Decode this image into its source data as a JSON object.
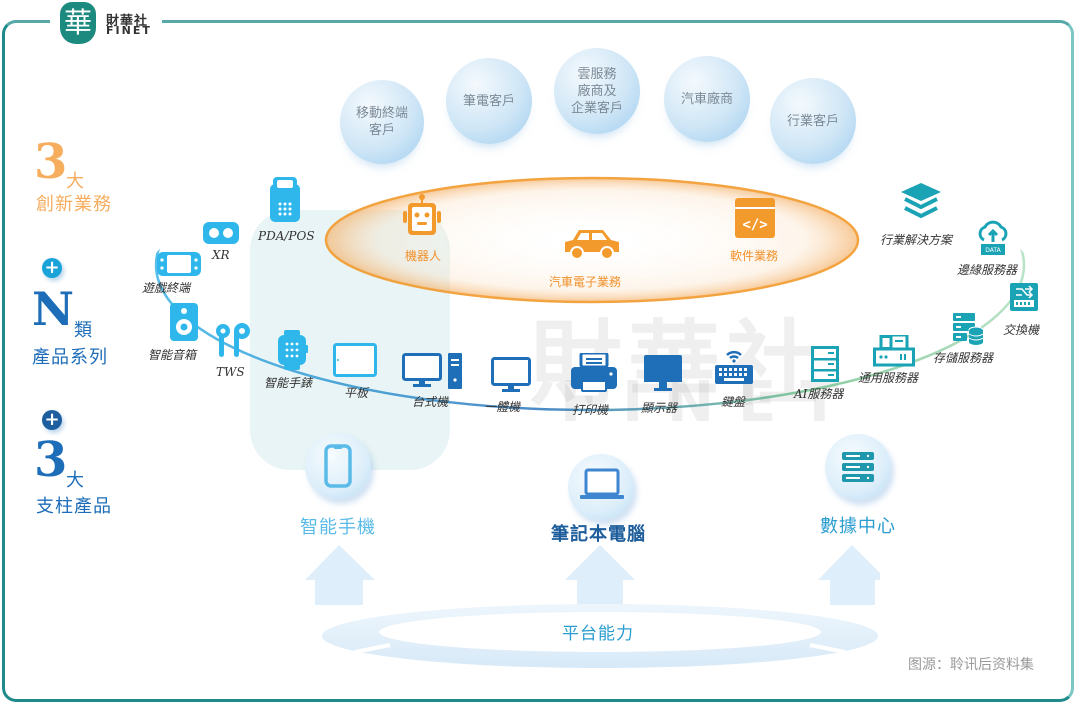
{
  "brand": {
    "mark": "華",
    "name_cn": "財華社",
    "name_en": "FINET"
  },
  "watermark": {
    "cn": "財華社",
    "en": "FINET"
  },
  "left_panel": {
    "innovation": {
      "number": "3",
      "unit": "大",
      "label": "創新業務",
      "color": "#f6ad5e"
    },
    "products": {
      "number": "N",
      "unit": "類",
      "label": "產品系列",
      "color": "#1d6db8"
    },
    "pillars": {
      "number": "3",
      "unit": "大",
      "label": "支柱產品",
      "color": "#1d6db8"
    },
    "plus_symbol": "+"
  },
  "customers": [
    {
      "label": "移動終端\n客戶"
    },
    {
      "label": "筆電客戶"
    },
    {
      "label": "雲服務\n廠商及\n企業客戶"
    },
    {
      "label": "汽車廠商"
    },
    {
      "label": "行業客戶"
    }
  ],
  "innovation_businesses": [
    {
      "label": "機器人",
      "icon": "robot-icon"
    },
    {
      "label": "汽車電子業務",
      "icon": "car-icon"
    },
    {
      "label": "軟件業務",
      "icon": "code-window-icon"
    }
  ],
  "product_series": [
    {
      "label": "PDA/POS",
      "icon": "pos-terminal-icon"
    },
    {
      "label": "XR",
      "icon": "vr-headset-icon"
    },
    {
      "label": "遊戲終端",
      "icon": "game-console-icon"
    },
    {
      "label": "智能音箱",
      "icon": "speaker-icon"
    },
    {
      "label": "TWS",
      "icon": "earbuds-icon"
    },
    {
      "label": "智能手錶",
      "icon": "smartwatch-icon"
    },
    {
      "label": "平板",
      "icon": "tablet-icon"
    },
    {
      "label": "台式機",
      "icon": "desktop-icon"
    },
    {
      "label": "一體機",
      "icon": "all-in-one-icon"
    },
    {
      "label": "打印機",
      "icon": "printer-icon"
    },
    {
      "label": "顯示器",
      "icon": "monitor-icon"
    },
    {
      "label": "鍵盤",
      "icon": "keyboard-icon"
    },
    {
      "label": "AI服務器",
      "icon": "ai-server-icon"
    },
    {
      "label": "通用服務器",
      "icon": "general-server-icon"
    },
    {
      "label": "存儲服務器",
      "icon": "storage-server-icon"
    },
    {
      "label": "交換機",
      "icon": "switch-icon"
    },
    {
      "label": "邊緣服務器",
      "icon": "edge-server-icon"
    },
    {
      "label": "行業解決方案",
      "icon": "layers-icon"
    }
  ],
  "edge_data_tag": "DATA",
  "pillar_products": [
    {
      "label": "智能手機",
      "icon": "smartphone-icon",
      "color": "#5bbbe8"
    },
    {
      "label": "筆記本電腦",
      "icon": "laptop-icon",
      "color": "#1d5d9b"
    },
    {
      "label": "數據中心",
      "icon": "server-rack-icon",
      "color": "#2a9dd0"
    }
  ],
  "platform": {
    "label": "平台能力"
  },
  "source": "图源：聆讯后资料集",
  "colors": {
    "frame": "#1e8a8a",
    "orange": "#f39a2d",
    "blue_icon": "#2fb7ec",
    "dark_blue_icon": "#1f6fb8",
    "teal_icon": "#1aa3b5"
  }
}
